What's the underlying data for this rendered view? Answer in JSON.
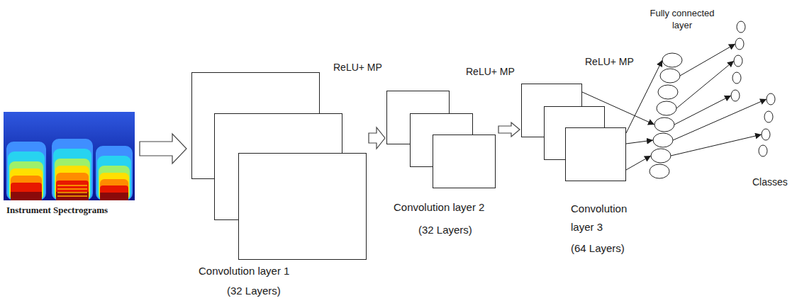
{
  "diagram": {
    "nodes": [
      {
        "text": [
          "Instrument Spectrograms"
        ]
      },
      {
        "text": [
          "Convolution layer 1",
          "(32 Layers)"
        ]
      },
      {
        "text": [
          "Convolution layer 2",
          "(32 Layers)"
        ]
      },
      {
        "text": [
          "Convolution layer 3",
          "(64 Layers)"
        ]
      },
      {
        "text": [
          "Fully connected layer"
        ]
      },
      {
        "text": [
          "Classes"
        ]
      }
    ],
    "edges": [
      {
        "from": 0,
        "to": 1,
        "arrow": "to"
      },
      {
        "from": 1,
        "to": 2,
        "arrow": "to"
      },
      {
        "from": 2,
        "to": 3,
        "arrow": "to"
      },
      {
        "from": 3,
        "to": 4,
        "arrow": "to"
      },
      {
        "from": 4,
        "to": 5,
        "arrow": "to"
      }
    ],
    "labels": [
      "ReLU+ MP",
      "ReLU+ MP",
      "ReLU+ MP"
    ]
  }
}
